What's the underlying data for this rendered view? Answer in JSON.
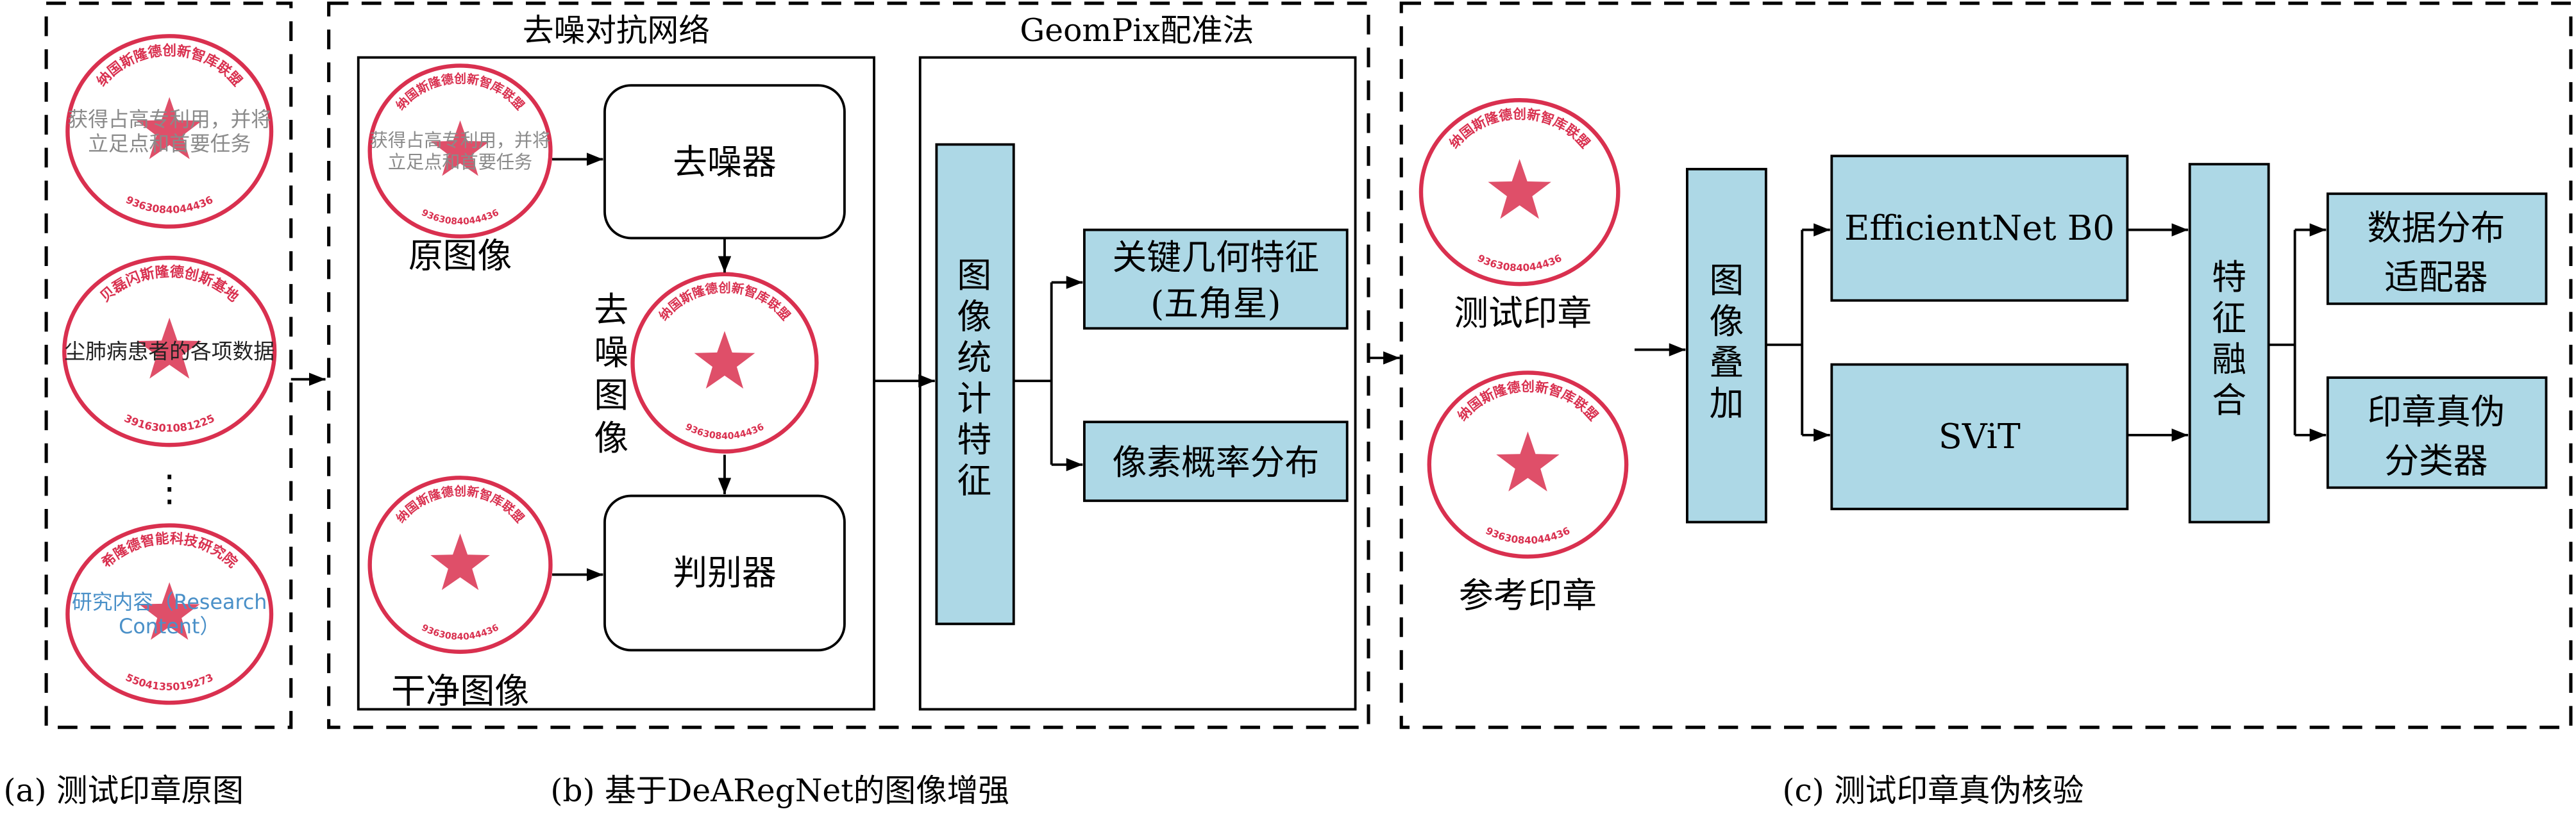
{
  "colors": {
    "block_fill": "#add8e6",
    "stamp_red": "#d9304f",
    "overlay_gray": "#8a8a8a",
    "overlay_blue": "#4a90c8"
  },
  "panel_a": {
    "caption": "(a) 测试印章原图",
    "ellipsis": "⋮",
    "stamps": [
      {
        "name": "纳国斯隆德创新智库联盟",
        "number": "9363084044436",
        "overlay": [
          "获得占高专利用，并将",
          "立足点和首要任务"
        ]
      },
      {
        "name": "贝磊闪斯隆德创斯基地",
        "number": "3916301081225",
        "overlay": [
          "尘肺病患者的各项数据"
        ]
      },
      {
        "name": "希隆德智能科技研究院",
        "number": "5504135019273",
        "overlay": [
          "研究内容（Research",
          "Content）"
        ]
      }
    ]
  },
  "panel_b": {
    "caption": "(b) 基于DeARegNet的图像增强",
    "gan_title": "去噪对抗网络",
    "geom_title": "GeomPix配准法",
    "original_label": "原图像",
    "denoised_label": [
      "去",
      "噪",
      "图",
      "像"
    ],
    "clean_label": "干净图像",
    "denoiser": "去噪器",
    "discriminator": "判别器",
    "stat_features": [
      "图",
      "像",
      "统",
      "计",
      "特",
      "征"
    ],
    "geom_feature": [
      "关键几何特征",
      "(五角星)"
    ],
    "pixel_dist": "像素概率分布",
    "stamp_name": "纳国斯隆德创新智库联盟",
    "stamp_number": "9363084044436",
    "original_overlay": [
      "获得占高专利用，并将",
      "立足点和首要任务"
    ]
  },
  "panel_c": {
    "caption": "(c) 测试印章真伪核验",
    "test_label": "测试印章",
    "ref_label": "参考印章",
    "stamp_name": "纳国斯隆德创新智库联盟",
    "stamp_number": "9363084044436",
    "overlay": [
      "图",
      "像",
      "叠",
      "加"
    ],
    "efficientnet": "EfficientNet B0",
    "svit": "SViT",
    "fusion": [
      "特",
      "征",
      "融",
      "合"
    ],
    "adapter": [
      "数据分布",
      "适配器"
    ],
    "classifier": [
      "印章真伪",
      "分类器"
    ]
  }
}
